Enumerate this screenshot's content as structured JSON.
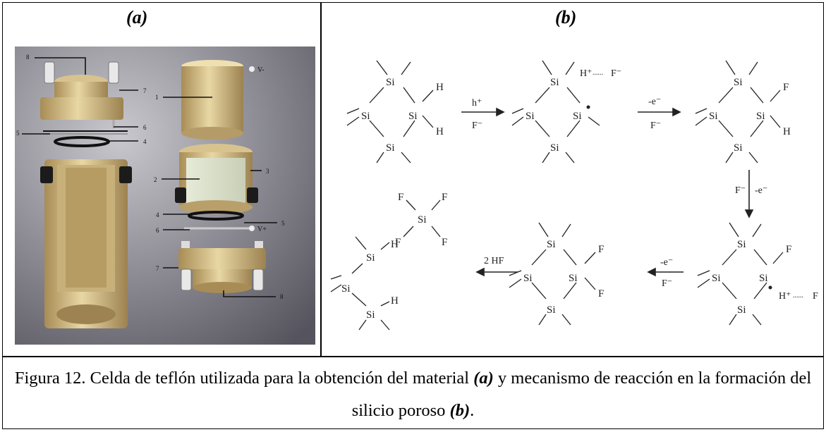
{
  "panels": {
    "a_label": "(a)",
    "b_label": "(b)"
  },
  "cell_parts": {
    "n1": "1",
    "n2": "2",
    "n3": "3",
    "n4a": "4",
    "n4b": "4",
    "n5a": "5",
    "n5b": "5",
    "n6a": "6",
    "n6b": "6",
    "n7a": "7",
    "n7b": "7",
    "n8a": "8",
    "n8b": "8",
    "v_minus": "V-",
    "v_plus": "V+"
  },
  "mechanism": {
    "si": "Si",
    "h": "H",
    "f": "F",
    "hplus": "h⁺",
    "fminus": "F⁻",
    "minus_e": "-e⁻",
    "h_plus_ion": "H⁺",
    "f_minus_ion": "F⁻",
    "dots": "......",
    "two_hf": "2 HF"
  },
  "caption": {
    "part1": "Figura 12. Celda de teflón utilizada para la obtención del material ",
    "a_ref": "(a)",
    "part2": " y mecanismo de reacción en la formación del silicio poroso ",
    "b_ref": "(b)",
    "end": "."
  },
  "colors": {
    "photo_bg_light": "#c7c6cc",
    "photo_bg_dark": "#5d5c66",
    "teflon": "#d9c48f",
    "teflon_dark": "#b9a06a",
    "electrolyte": "#e9eddd"
  }
}
